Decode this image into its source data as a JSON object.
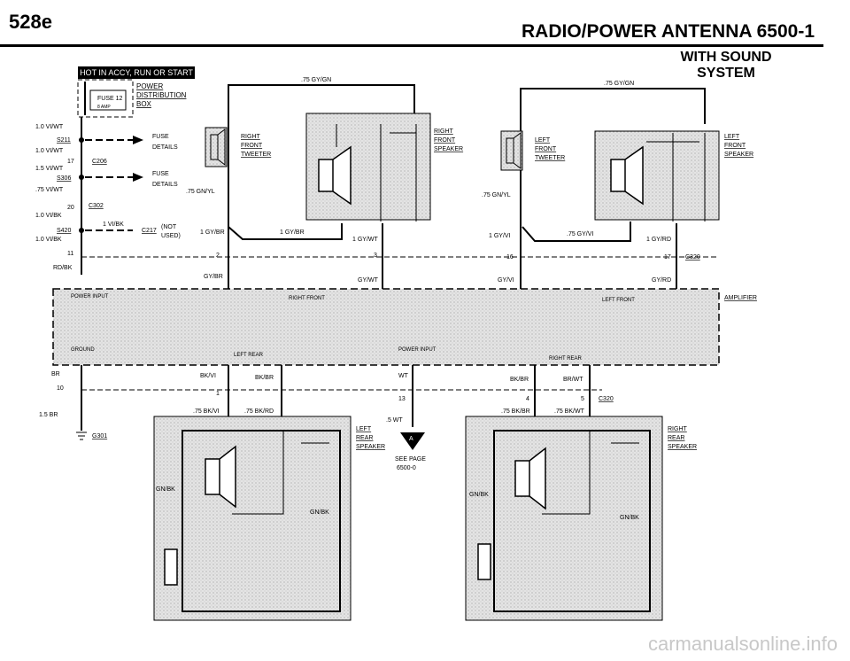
{
  "header": {
    "page_code": "528e",
    "section_title": "RADIO/POWER ANTENNA 6500-1",
    "banner": "WITH SOUND SYSTEM"
  },
  "power_block": {
    "hot_label": "HOT IN ACCY, RUN OR START",
    "distribution": [
      "POWER",
      "DISTRIBUTION",
      "BOX"
    ],
    "fuse": "FUSE 12",
    "fuse_rating": "8 AMP"
  },
  "left_wiring": {
    "w1": "1.0 VI/WT",
    "s211": "S211",
    "w2": "1.0 VI/WT",
    "c206_pin": "17",
    "c206": "C206",
    "w3": "1.5 VI/WT",
    "s306": "S306",
    "w4": ".75 VI/WT",
    "c302_pin": "20",
    "c302": "C302",
    "w5": "1.0 VI/BK",
    "w6": "1 VI/BK",
    "s420": "S420",
    "c217": "C217",
    "c217_note1": "(NOT",
    "c217_note2": "USED)",
    "w7": "1.0 VI/BK",
    "pin11": "11",
    "w8": "RD/BK",
    "fuse_details": "FUSE DETAILS"
  },
  "right_front": {
    "feed": ".75 GY/GN",
    "tweeter": [
      "RIGHT",
      "FRONT",
      "TWEETER"
    ],
    "speaker": [
      "RIGHT",
      "FRONT",
      "SPEAKER"
    ],
    "w_tweeter": ".75 GN/YL",
    "w_gybr_left": "1 GY/BR",
    "w_gybr_mid": "1 GY/BR",
    "w_gywt": "1 GY/WT",
    "pin2": "2",
    "pin3": "3",
    "w_gybr2": "GY/BR",
    "w_gywt2": "GY/WT"
  },
  "left_front": {
    "feed": ".75 GY/GN",
    "tweeter": [
      "LEFT",
      "FRONT",
      "TWEETER"
    ],
    "speaker": [
      "LEFT",
      "FRONT",
      "SPEAKER"
    ],
    "w_tweeter": ".75 GN/YL",
    "w_gyvi": "1 GY/VI",
    "w_gyvi_mid": ".75 GY/VI",
    "w_gyrd": "1 GY/RD",
    "pin16": "16",
    "pin17": "17",
    "c320": "C320",
    "w_gyvi2": "GY/VI",
    "w_gyrd2": "GY/RD"
  },
  "amplifier": {
    "label": "AMPLIFIER",
    "power_input": "POWER INPUT",
    "right_front": "RIGHT FRONT",
    "left_front": "LEFT FRONT",
    "ground": "GROUND",
    "left_rear": "LEFT REAR",
    "power_input_b": "POWER INPUT",
    "right_rear": "RIGHT REAR"
  },
  "lower": {
    "br": "BR",
    "pin10": "10",
    "w_15br": "1.5 BR",
    "g301": "G301",
    "bkvi": "BK/VI",
    "bkbr": "BK/BR",
    "pin1": "1",
    "w_bkvi": ".75 BK/VI",
    "w_bkrd": ".75 BK/RD",
    "wt": "WT",
    "pin13": "13",
    "w_5wt": ".5 WT",
    "see_page": [
      "SEE PAGE",
      "6500-0"
    ],
    "connector_letter": "A",
    "bkbr_r": "BK/BR",
    "brwt": "BR/WT",
    "pin4": "4",
    "pin5": "5",
    "c320": "C320",
    "w_bkbr": ".75 BK/BR",
    "w_bkwt": ".75 BK/WT",
    "left_rear_speaker": [
      "LEFT",
      "REAR",
      "SPEAKER"
    ],
    "right_rear_speaker": [
      "RIGHT",
      "REAR",
      "SPEAKER"
    ],
    "gnbk_l1": "GN/BK",
    "gnbk_l2": "GN/BK",
    "gnbk_r1": "GN/BK",
    "gnbk_r2": "GN/BK"
  },
  "watermark": "carmanualsonline.info"
}
